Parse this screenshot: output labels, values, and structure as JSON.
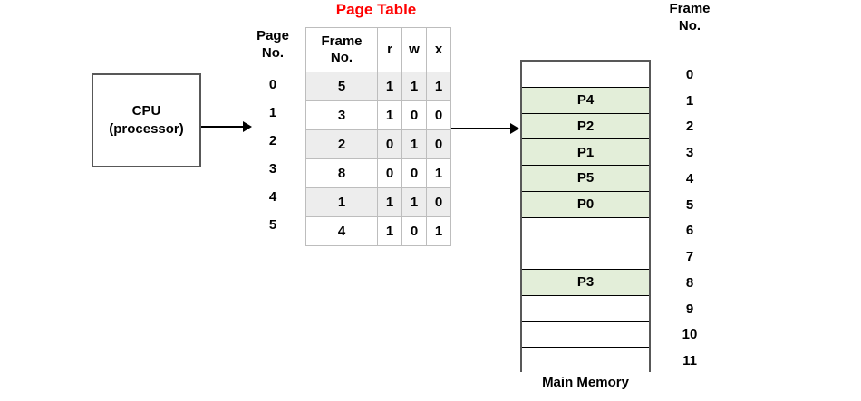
{
  "cpu": {
    "line1": "CPU",
    "line2": "(processor)"
  },
  "page_table": {
    "title": "Page Table",
    "side_label": {
      "line1": "Page",
      "line2": "No."
    },
    "headers": {
      "frame_no_line1": "Frame",
      "frame_no_line2": "No.",
      "r": "r",
      "w": "w",
      "x": "x"
    },
    "rows": [
      {
        "page_no": "0",
        "frame_no": "5",
        "r": "1",
        "w": "1",
        "x": "1",
        "shaded": true
      },
      {
        "page_no": "1",
        "frame_no": "3",
        "r": "1",
        "w": "0",
        "x": "0",
        "shaded": false
      },
      {
        "page_no": "2",
        "frame_no": "2",
        "r": "0",
        "w": "1",
        "x": "0",
        "shaded": true
      },
      {
        "page_no": "3",
        "frame_no": "8",
        "r": "0",
        "w": "0",
        "x": "1",
        "shaded": false
      },
      {
        "page_no": "4",
        "frame_no": "1",
        "r": "1",
        "w": "1",
        "x": "0",
        "shaded": true
      },
      {
        "page_no": "5",
        "frame_no": "4",
        "r": "1",
        "w": "0",
        "x": "1",
        "shaded": false
      }
    ]
  },
  "main_memory": {
    "caption": "Main Memory",
    "side_label": {
      "line1": "Frame",
      "line2": "No."
    },
    "frames": [
      {
        "frame_no": "0",
        "content": "",
        "filled": false
      },
      {
        "frame_no": "1",
        "content": "P4",
        "filled": true
      },
      {
        "frame_no": "2",
        "content": "P2",
        "filled": true
      },
      {
        "frame_no": "3",
        "content": "P1",
        "filled": true
      },
      {
        "frame_no": "4",
        "content": "P5",
        "filled": true
      },
      {
        "frame_no": "5",
        "content": "P0",
        "filled": true
      },
      {
        "frame_no": "6",
        "content": "",
        "filled": false
      },
      {
        "frame_no": "7",
        "content": "",
        "filled": false
      },
      {
        "frame_no": "8",
        "content": "P3",
        "filled": true
      },
      {
        "frame_no": "9",
        "content": "",
        "filled": false
      },
      {
        "frame_no": "10",
        "content": "",
        "filled": false
      },
      {
        "frame_no": "11",
        "content": "",
        "filled": false
      }
    ]
  },
  "colors": {
    "title_red": "#ff0000",
    "filled_frame_green": "#e3eed9",
    "shaded_row_gray": "#ededed",
    "box_border": "#585858"
  }
}
